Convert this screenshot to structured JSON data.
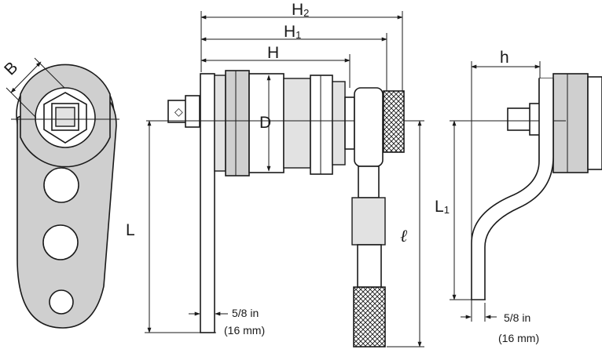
{
  "labels": {
    "B": "B",
    "H2_main": "H",
    "H2_sub": "2",
    "H1_main": "H",
    "H1_sub": "1",
    "H": "H",
    "D": "D",
    "L": "L",
    "ell": "ℓ",
    "h": "h",
    "L1_main": "L",
    "L1_sub": "1",
    "width_in_left": "5/8 in",
    "width_mm_left": "(16 mm)",
    "width_in_right": "5/8 in",
    "width_mm_right": "(16 mm)"
  },
  "colors": {
    "ink": "#1a1a1a",
    "shade": "#cfcfcf"
  }
}
